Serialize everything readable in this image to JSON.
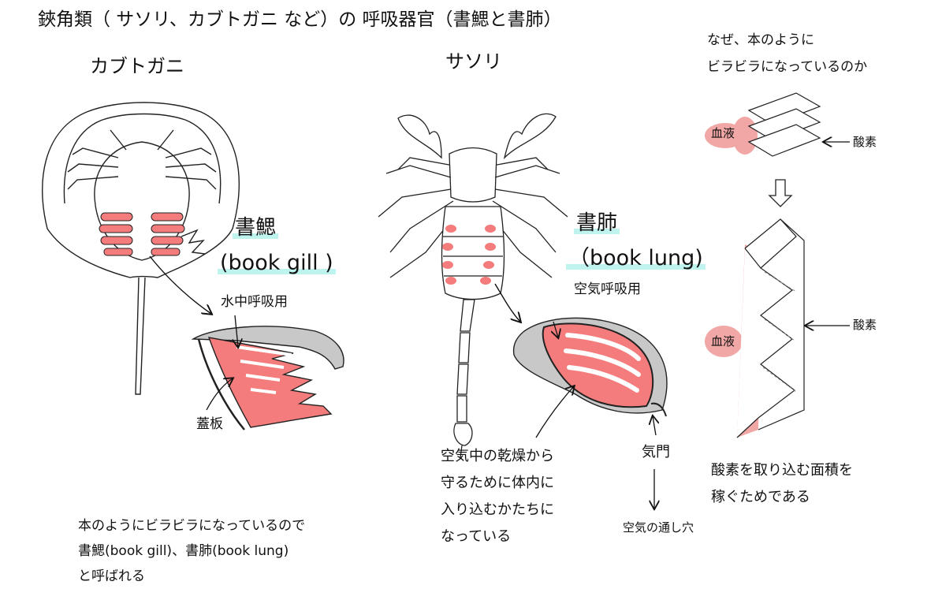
{
  "title": "鋏角類（ サソリ、カブトガニ など）の 呼吸器官（書鰓と書肺）",
  "horseshoe_crab": {
    "label": "カブトガニ",
    "organ_jp": "書鰓",
    "organ_en": "(book gill )",
    "use_label": "水中呼吸用",
    "operculum_label": "蓋板",
    "colors": {
      "gill": "#f47c7c",
      "gill_light": "#f9b3b3",
      "shell": "#c8c8c8"
    }
  },
  "scorpion": {
    "label": "サソリ",
    "organ_jp": "書肺",
    "organ_en": "（book lung)",
    "use_label": "空気呼吸用",
    "note_lines": [
      "空気中の乾燥から",
      "守るために体内に",
      "入り込むかたちに",
      "なっている"
    ],
    "spiracle_label": "気門",
    "air_hole_label": "空気の通し穴"
  },
  "bottom_note_lines": [
    "本のようにビラビラになっているので",
    "書鰓(book gill)、書肺(book lung)",
    "と呼ばれる"
  ],
  "why": {
    "question_lines": [
      "なぜ、本のように",
      "ビラビラになっているのか"
    ],
    "blood_label_1": "血液",
    "oxygen_label_1": "酸素",
    "blood_label_2": "血液",
    "oxygen_label_2": "酸素",
    "answer_lines": [
      "酸素を取り込む面積を",
      "稼ぐためである"
    ]
  },
  "highlight_color": "#bff3ee",
  "blood_color": "#f2a7a7"
}
